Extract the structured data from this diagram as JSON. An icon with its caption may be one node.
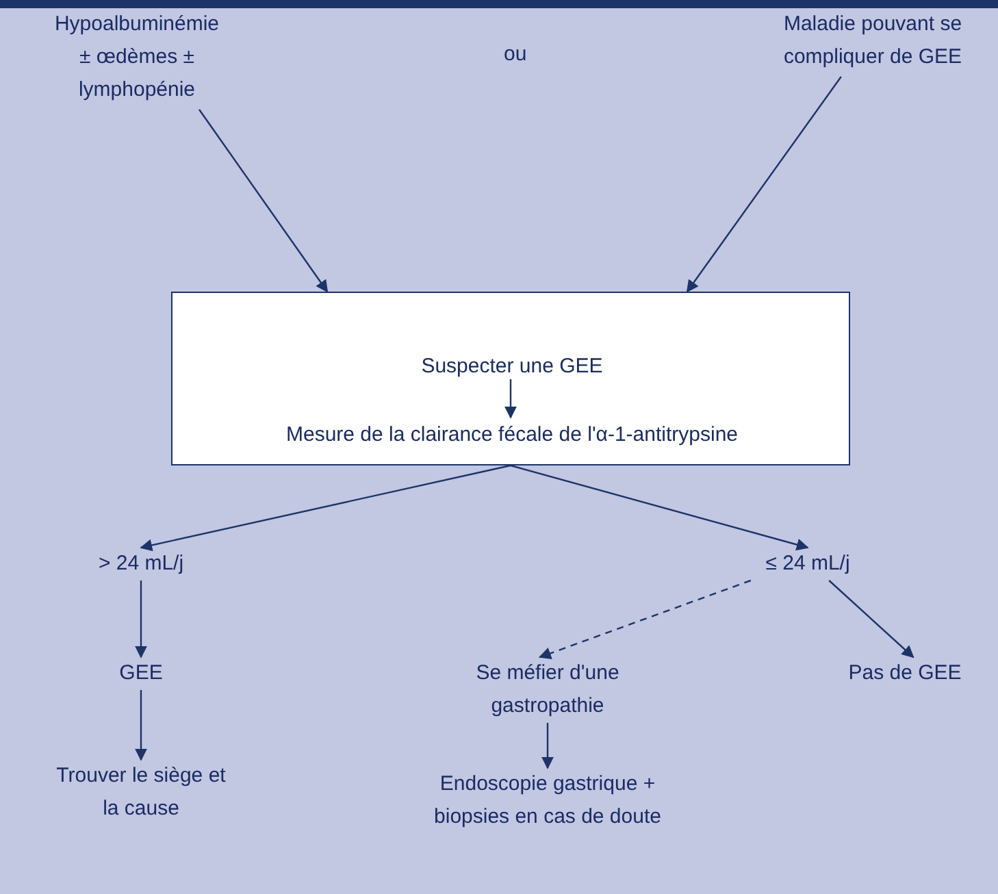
{
  "diagram": {
    "nodes": [
      {
        "text": [
          "Hypoalbuminémie ± œdèmes ± lymphopénie"
        ]
      },
      {
        "text": [
          "Maladie pouvant se compliquer de GEE"
        ]
      },
      {
        "text": [],
        "shape": "box"
      },
      {
        "text": [
          "Suspecter une GEE"
        ],
        "in": 2
      },
      {
        "text": [
          "Mesure de la clairance fécale de l'α-1-antitrypsine"
        ],
        "in": 2
      },
      {
        "text": [
          "> 24 mL/j"
        ]
      },
      {
        "text": [
          "≤ 24 mL/j"
        ]
      },
      {
        "text": [
          "GEE"
        ]
      },
      {
        "text": [
          "Trouver le siège et la cause"
        ]
      },
      {
        "text": [
          "Se méfier d'une gastropathie"
        ]
      },
      {
        "text": [
          "Pas de GEE"
        ]
      },
      {
        "text": [
          "Endoscopie gastrique + biopsies en cas de doute"
        ]
      }
    ],
    "edges": [
      {
        "from": 0,
        "to": 2,
        "arrow": "to"
      },
      {
        "from": 1,
        "to": 2,
        "arrow": "to"
      },
      {
        "from": 3,
        "to": 4,
        "arrow": "to"
      },
      {
        "from": 2,
        "to": 5,
        "arrow": "to"
      },
      {
        "from": 2,
        "to": 6,
        "arrow": "to"
      },
      {
        "from": 5,
        "to": 7,
        "arrow": "to"
      },
      {
        "from": 7,
        "to": 8,
        "arrow": "to"
      },
      {
        "from": 6,
        "to": 9,
        "arrow": "to",
        "style": "dashed"
      },
      {
        "from": 6,
        "to": 10,
        "arrow": "to"
      },
      {
        "from": 9,
        "to": 11,
        "arrow": "to"
      }
    ],
    "labels": [
      "ou"
    ]
  }
}
